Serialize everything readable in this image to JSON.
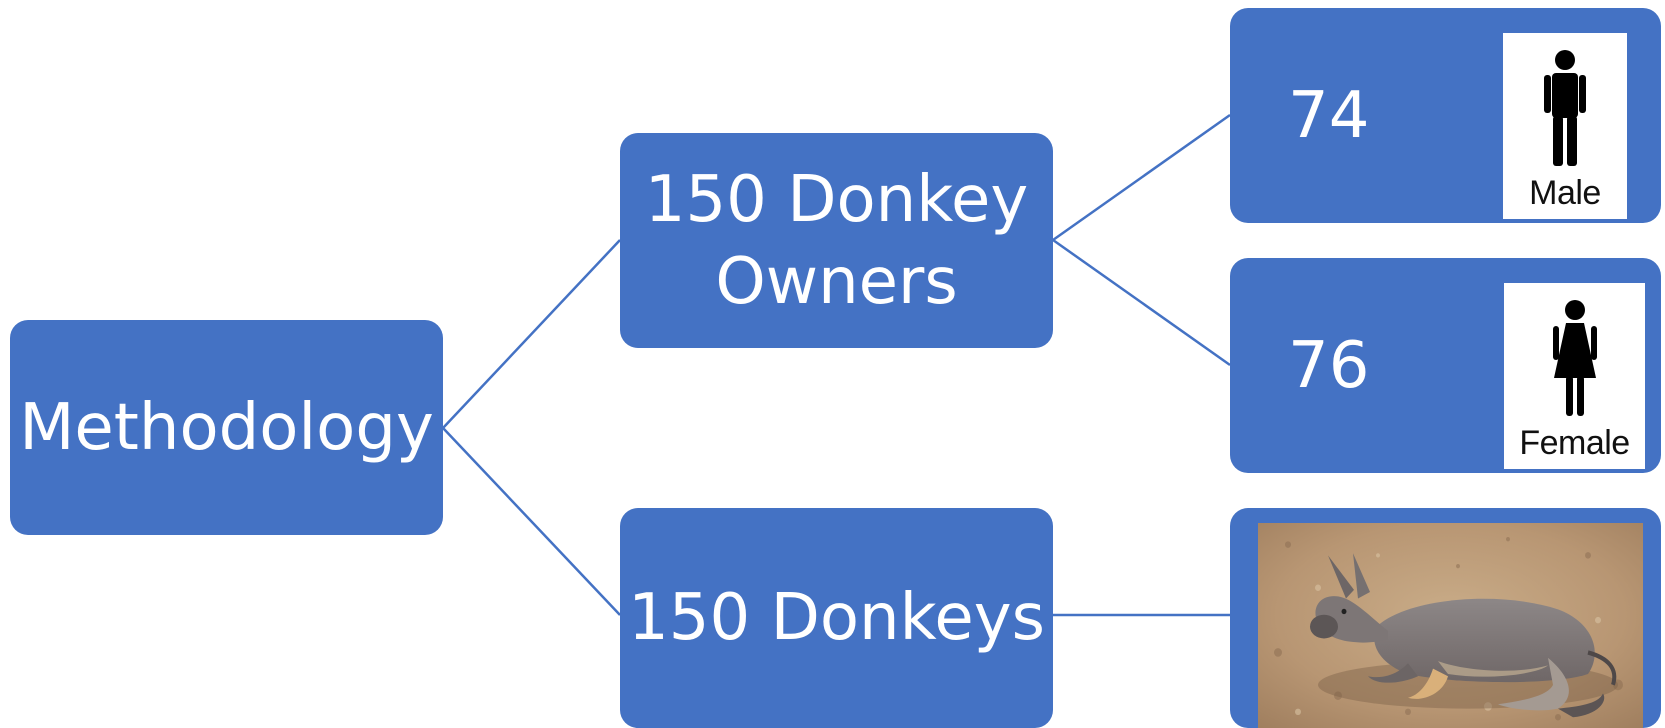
{
  "diagram": {
    "root": {
      "label": "Methodology"
    },
    "owners": {
      "label": "150 Donkey\nOwners"
    },
    "donkeys": {
      "label": "150 Donkeys"
    },
    "male": {
      "count": "74",
      "label": "Male"
    },
    "female": {
      "count": "76",
      "label": "Female"
    },
    "photo": {
      "subject": "donkey-lying-on-ground"
    }
  },
  "colors": {
    "node_fill": "#4472C4",
    "node_text": "#FFFFFF",
    "connector": "#4472C4"
  }
}
